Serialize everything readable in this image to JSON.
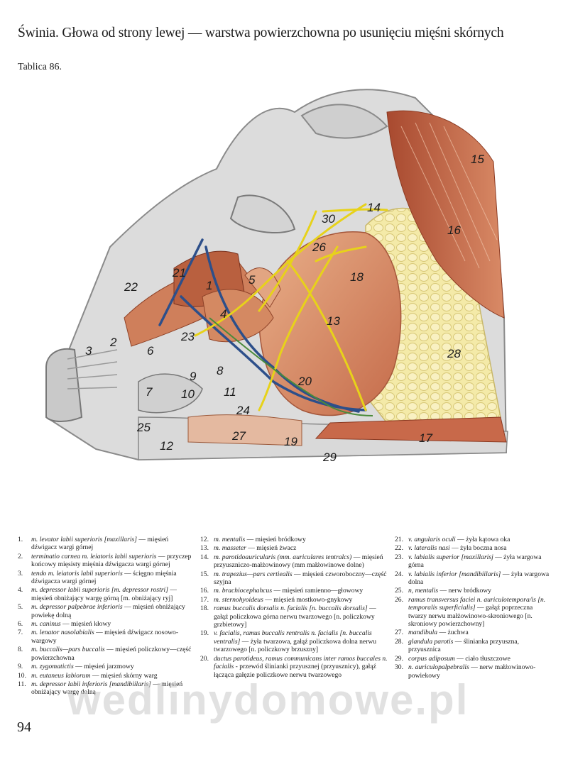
{
  "title": "Świnia. Głowa od strony lewej — warstwa powierzchowna po usunięciu mięśni skórnych",
  "plate": "Tablica 86.",
  "page_number": "94",
  "watermark": "wedlinydomowe.pl",
  "figure_numbers": [
    "1",
    "2",
    "3",
    "4",
    "5",
    "6",
    "7",
    "8",
    "9",
    "10",
    "11",
    "12",
    "13",
    "14",
    "15",
    "16",
    "17",
    "18",
    "19",
    "20",
    "21",
    "22",
    "23",
    "24",
    "25",
    "26",
    "27",
    "28",
    "29",
    "30"
  ],
  "legend": [
    {
      "n": "1.",
      "term": "m. levator labii superioris [maxillaris]",
      "desc": " — mięsień dźwigacz wargi górnej"
    },
    {
      "n": "2.",
      "term": "terminatio carnea m. leiatoris labii superioris",
      "desc": " — przyczep końcowy mięsisty mięśnia dźwigacza wargi górnej"
    },
    {
      "n": "3.",
      "term": "tendo m. leiatoris labii superioris",
      "desc": " — ścięgno mięśnia dźwigacza wargi górnej"
    },
    {
      "n": "4.",
      "term": "m. depressor labii superioris [m. depressor rostri]",
      "desc": " — mięsień obniżający wargę górną [m. obniżający ryj]"
    },
    {
      "n": "5.",
      "term": "m. depressor palpebrae inferioris",
      "desc": " — mięsień obniżający powiekę dolną"
    },
    {
      "n": "6.",
      "term": "m. caninus",
      "desc": " — mięsień kłowy"
    },
    {
      "n": "7.",
      "term": "m. lenator nasolabialis",
      "desc": " — mięsień dźwigacz nosowo-wargowy"
    },
    {
      "n": "8.",
      "term": "m. buccalis—pars buccalis",
      "desc": " — mięsień policzkowy—część powierzchowna"
    },
    {
      "n": "9.",
      "term": "m. zygomatictis",
      "desc": " — mięsień jarzmowy"
    },
    {
      "n": "10.",
      "term": "m. eutaneus labiorum",
      "desc": " — mięsień skórny warg"
    },
    {
      "n": "11.",
      "term": "m. depressor labii inferioris [mandibiilaris]",
      "desc": " — mięsień obniżający wargę dolną"
    },
    {
      "n": "12.",
      "term": "m. mentalis",
      "desc": " — mięsień bródkowy"
    },
    {
      "n": "13.",
      "term": "m. masseter",
      "desc": " — mięsień żwacz"
    },
    {
      "n": "14.",
      "term": "m. parotidoauricularis (mm. auriculares tentralcs)",
      "desc": " — mięsień przyuszniczo-małżowinowy (mm małżowinowe dolne)"
    },
    {
      "n": "15.",
      "term": "m. trapezius—pars certiealis",
      "desc": " — mięsień czworoboczny—część szyjna"
    },
    {
      "n": "16.",
      "term": "m. brachiocephahcus",
      "desc": " — mięsień ramienno—głowowy"
    },
    {
      "n": "17.",
      "term": "m. sternohyoideus",
      "desc": " — mięsień mostkowo-gnykowy"
    },
    {
      "n": "18.",
      "term": "ramus buccalis dorsalis n. facialis [n. buccalis dorsalis]",
      "desc": " — gałąź policzkowa górna nerwu twarzowego [n. policzkowy grzbietowy]"
    },
    {
      "n": "19.",
      "term": "v. facialis, ramus buccalis rentralis n. facialis [n. buccalis ventralis]",
      "desc": " — żyła twarzowa, gałąź policzkowa dolna nerwu twarzowego [n. policzkowy brzuszny]"
    },
    {
      "n": "20.",
      "term": "ductus parotideus, ramus communicans inter ramos buccales n. facialis",
      "desc": " - przewód ślinianki przyusznej (przyusznicy), gałąź łącząca gałęzie policzkowe nerwu twarzowego"
    },
    {
      "n": "21.",
      "term": "v. angularis oculi",
      "desc": " — żyła kątowa oka"
    },
    {
      "n": "22.",
      "term": "v. lateralis nasi",
      "desc": " — żyła boczna nosa"
    },
    {
      "n": "23.",
      "term": "v. labialis superior [maxillarisj",
      "desc": " — żyła wargowa górna"
    },
    {
      "n": "24.",
      "term": "v. labialis inferior [mandibiilaris]",
      "desc": " — żyła wargowa dolna"
    },
    {
      "n": "25.",
      "term": "n, mentalis",
      "desc": " — nerw bródkowy"
    },
    {
      "n": "26.",
      "term": "ramus transversus faciei n. auriculotempora/is [n. temporalis superficialis]",
      "desc": " — gałąź poprzeczna twarzy nerwu małżowinowo-skroniowego [n. skroniowy powierzchowny]"
    },
    {
      "n": "27.",
      "term": "mandibula",
      "desc": " — żuchwa"
    },
    {
      "n": "28.",
      "term": "glandula parotis",
      "desc": " — ślinianka przyuszna, przyusznica"
    },
    {
      "n": "29.",
      "term": "corpus adiposum",
      "desc": " — ciało tłuszczowe"
    },
    {
      "n": "30.",
      "term": "n. auriculopalpebralis",
      "desc": " — nerw małżowinowo-powiekowy"
    }
  ]
}
